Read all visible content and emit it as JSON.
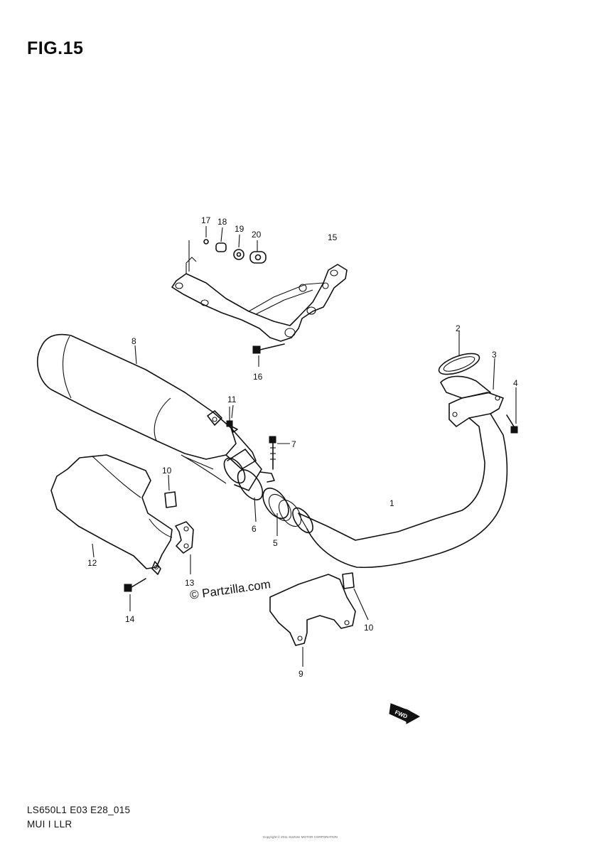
{
  "figure": {
    "title": "FIG.15"
  },
  "footer": {
    "model_code": "LS650L1 E03 E28_015",
    "section_name": "MUI I LLR",
    "fine_print": "Copyright © 2011 SUZUKI MOTOR CORPORATION"
  },
  "watermark": "© Partzilla.com",
  "fwd_label": "FWD",
  "callouts": [
    "1",
    "2",
    "3",
    "4",
    "5",
    "6",
    "7",
    "8",
    "9",
    "10",
    "10",
    "11",
    "12",
    "13",
    "14",
    "15",
    "16",
    "17",
    "18",
    "19",
    "20"
  ]
}
